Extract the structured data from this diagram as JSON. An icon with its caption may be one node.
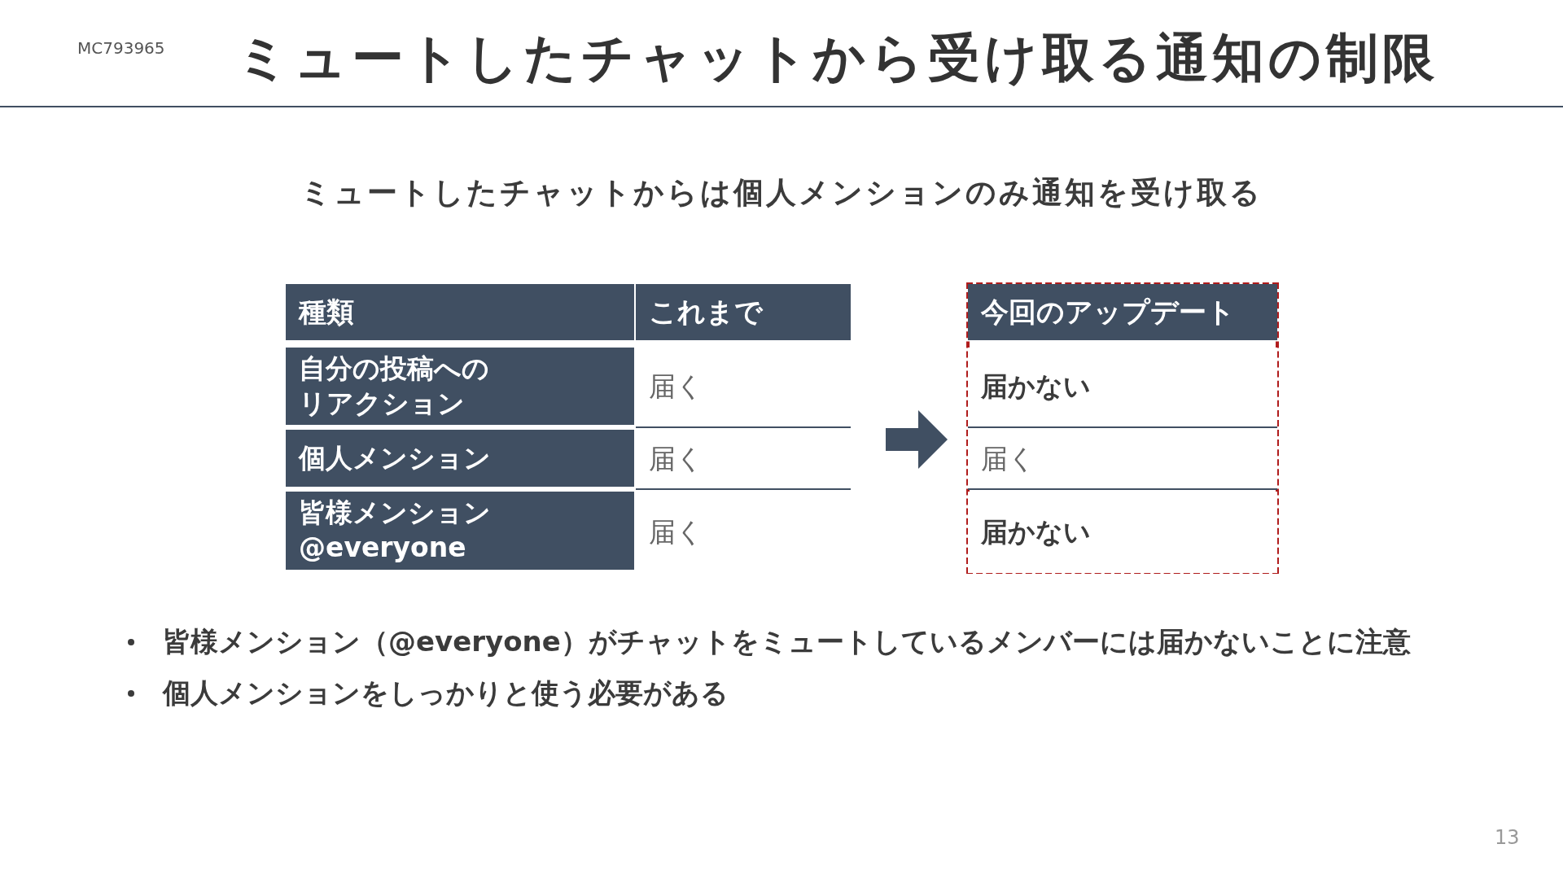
{
  "diagram": {
    "title": "ミュートしたチャットから受け取る通知の制限",
    "labels": [
      "MC793965",
      "ミュートしたチャットからは個人メンションのみ通知を受け取る",
      "種類",
      "これまで",
      "今回のアップデート",
      "自分の投稿へのリアクション",
      "届く",
      "届かない",
      "個人メンション",
      "届く",
      "届く",
      "皆様メンション @everyone",
      "届く",
      "届かない",
      "皆様メンション（@everyone）がチャットをミュートしているメンバーには届かないことに注意",
      "個人メンションをしっかりと使う必要がある",
      "13"
    ]
  }
}
